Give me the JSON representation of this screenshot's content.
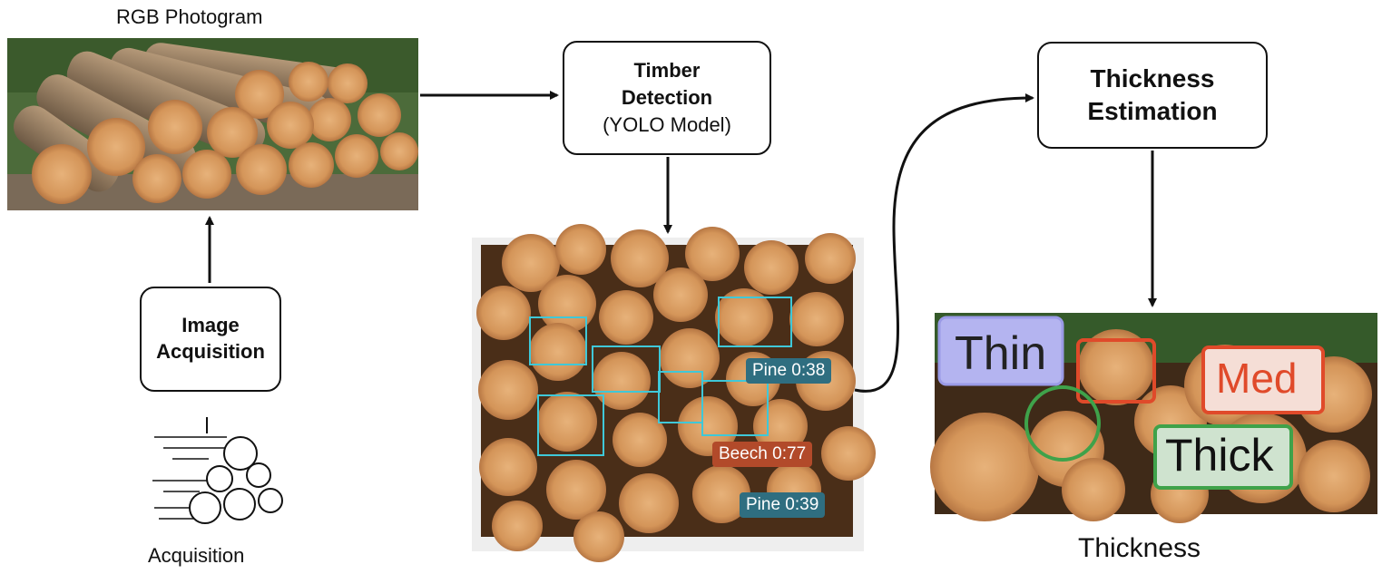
{
  "captions": {
    "rgb_photogram": "RGB Photogram",
    "acquisition": "Acquisition",
    "thickness": "Thickness"
  },
  "boxes": {
    "image_acquisition": {
      "line1": "Image",
      "line2": "Acquisition"
    },
    "timber_detection": {
      "line1": "Timber",
      "line2": "Detection",
      "line3": "(YOLO Model)"
    },
    "thickness_estimation": {
      "line1": "Thickness",
      "line2": "Estimation"
    }
  },
  "detections": [
    {
      "label": "Pine 0:38",
      "color": "#2f6e80"
    },
    {
      "label": "Beech 0:77",
      "color": "#b24a2a"
    },
    {
      "label": "Pine 0:39",
      "color": "#2f6e80"
    }
  ],
  "thickness_classes": [
    {
      "label": "Thin",
      "color": "#9a9ae6"
    },
    {
      "label": "Med",
      "color": "#e04a2a"
    },
    {
      "label": "Thick",
      "color": "#3fa24a"
    }
  ],
  "colors": {
    "detection_box": "#3fc8d8",
    "arrow": "#111111"
  }
}
